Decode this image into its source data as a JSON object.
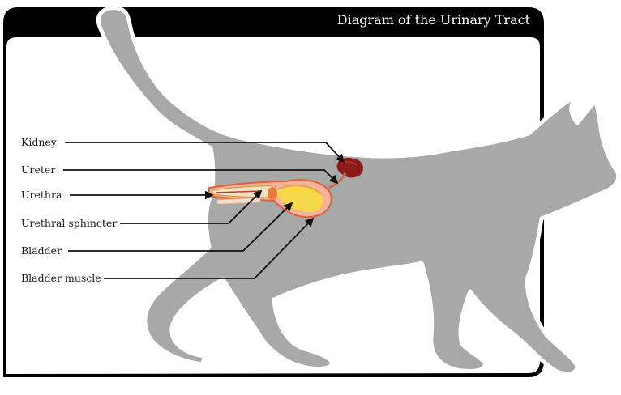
{
  "title": "Diagram of the Urinary Tract",
  "labels": {
    "kidney": "Kidney",
    "ureter": "Ureter",
    "urethra": "Urethra",
    "urethral_sphincter": "Urethral sphincter",
    "bladder": "Bladder",
    "bladder_muscle": "Bladder muscle"
  },
  "colors": {
    "frame": "#000000",
    "silhouette": "#a8a8a8",
    "kidney": "#8e1b1b",
    "bladder_outer": "#e8724a",
    "bladder_inner": "#f6d84a",
    "leader_line": "#111111"
  }
}
